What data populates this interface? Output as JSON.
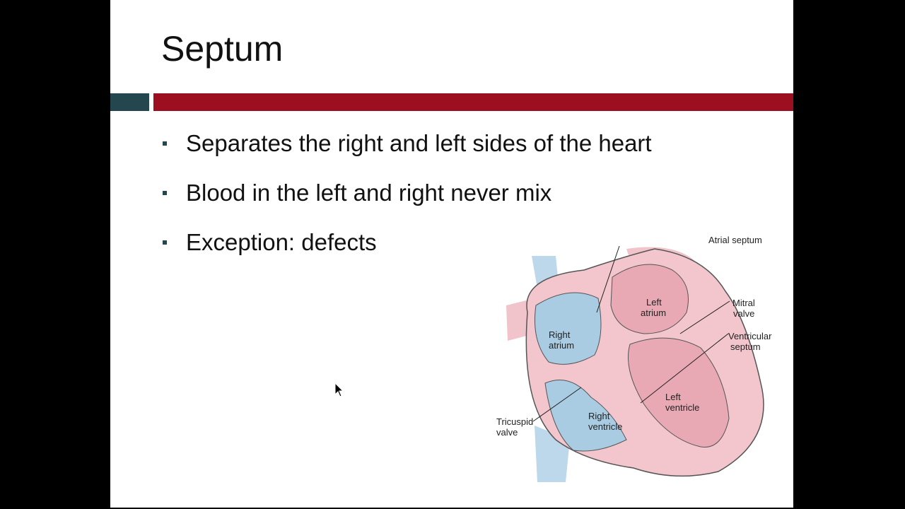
{
  "slide": {
    "title": "Septum",
    "bullets": [
      "Separates the right and left sides of the heart",
      "Blood in the left and right never mix",
      "Exception: defects"
    ]
  },
  "diagram": {
    "labels": {
      "atrial_septum": "Atrial septum",
      "left_atrium": [
        "Left",
        "atrium"
      ],
      "mitral_valve": [
        "Mitral",
        "valve"
      ],
      "ventricular_septum": [
        "Ventricular",
        "septum"
      ],
      "right_atrium": [
        "Right",
        "atrium"
      ],
      "left_ventricle": [
        "Left",
        "ventricle"
      ],
      "right_ventricle": [
        "Right",
        "ventricle"
      ],
      "tricuspid_valve": [
        "Tricuspid",
        "valve"
      ]
    }
  },
  "colors": {
    "title_bar_accent": "#24474f",
    "title_bar_main": "#9b0f20",
    "left_heart": "#e9a9b4",
    "right_heart": "#a9cce3"
  }
}
